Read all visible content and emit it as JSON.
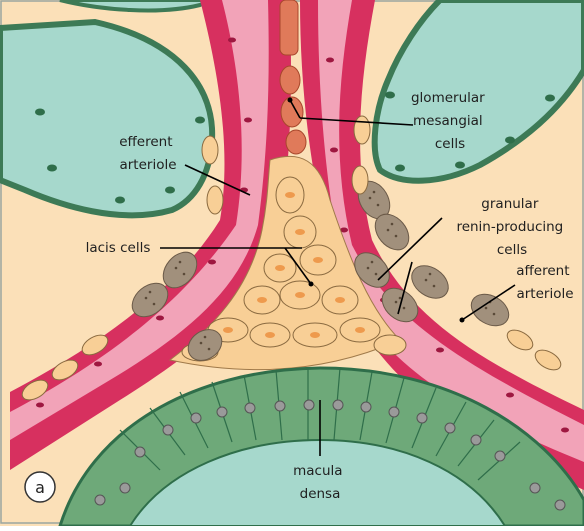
{
  "figure_label": "a",
  "labels": {
    "glomerular_mesangial": [
      "glomerular",
      "mesangial",
      "cells"
    ],
    "efferent_arteriole": [
      "efferent",
      "arteriole"
    ],
    "granular_cells": [
      "granular",
      "renin-producing",
      "cells"
    ],
    "lacis_cells": [
      "lacis cells"
    ],
    "afferent_arteriole": [
      "afferent",
      "arteriole"
    ],
    "macula_densa": [
      "macula",
      "densa"
    ]
  },
  "colors": {
    "background": "#fbe0b8",
    "capillary_fill": "#a6d8cc",
    "capillary_border": "#3d7a56",
    "vessel_wall": "#d7305f",
    "vessel_lumen": "#f2a3b8",
    "lacis_cell": "#f8cf96",
    "granular_cell": "#a1907c",
    "macula_densa": "#6ea979",
    "mesangial": "#e07a5a"
  }
}
